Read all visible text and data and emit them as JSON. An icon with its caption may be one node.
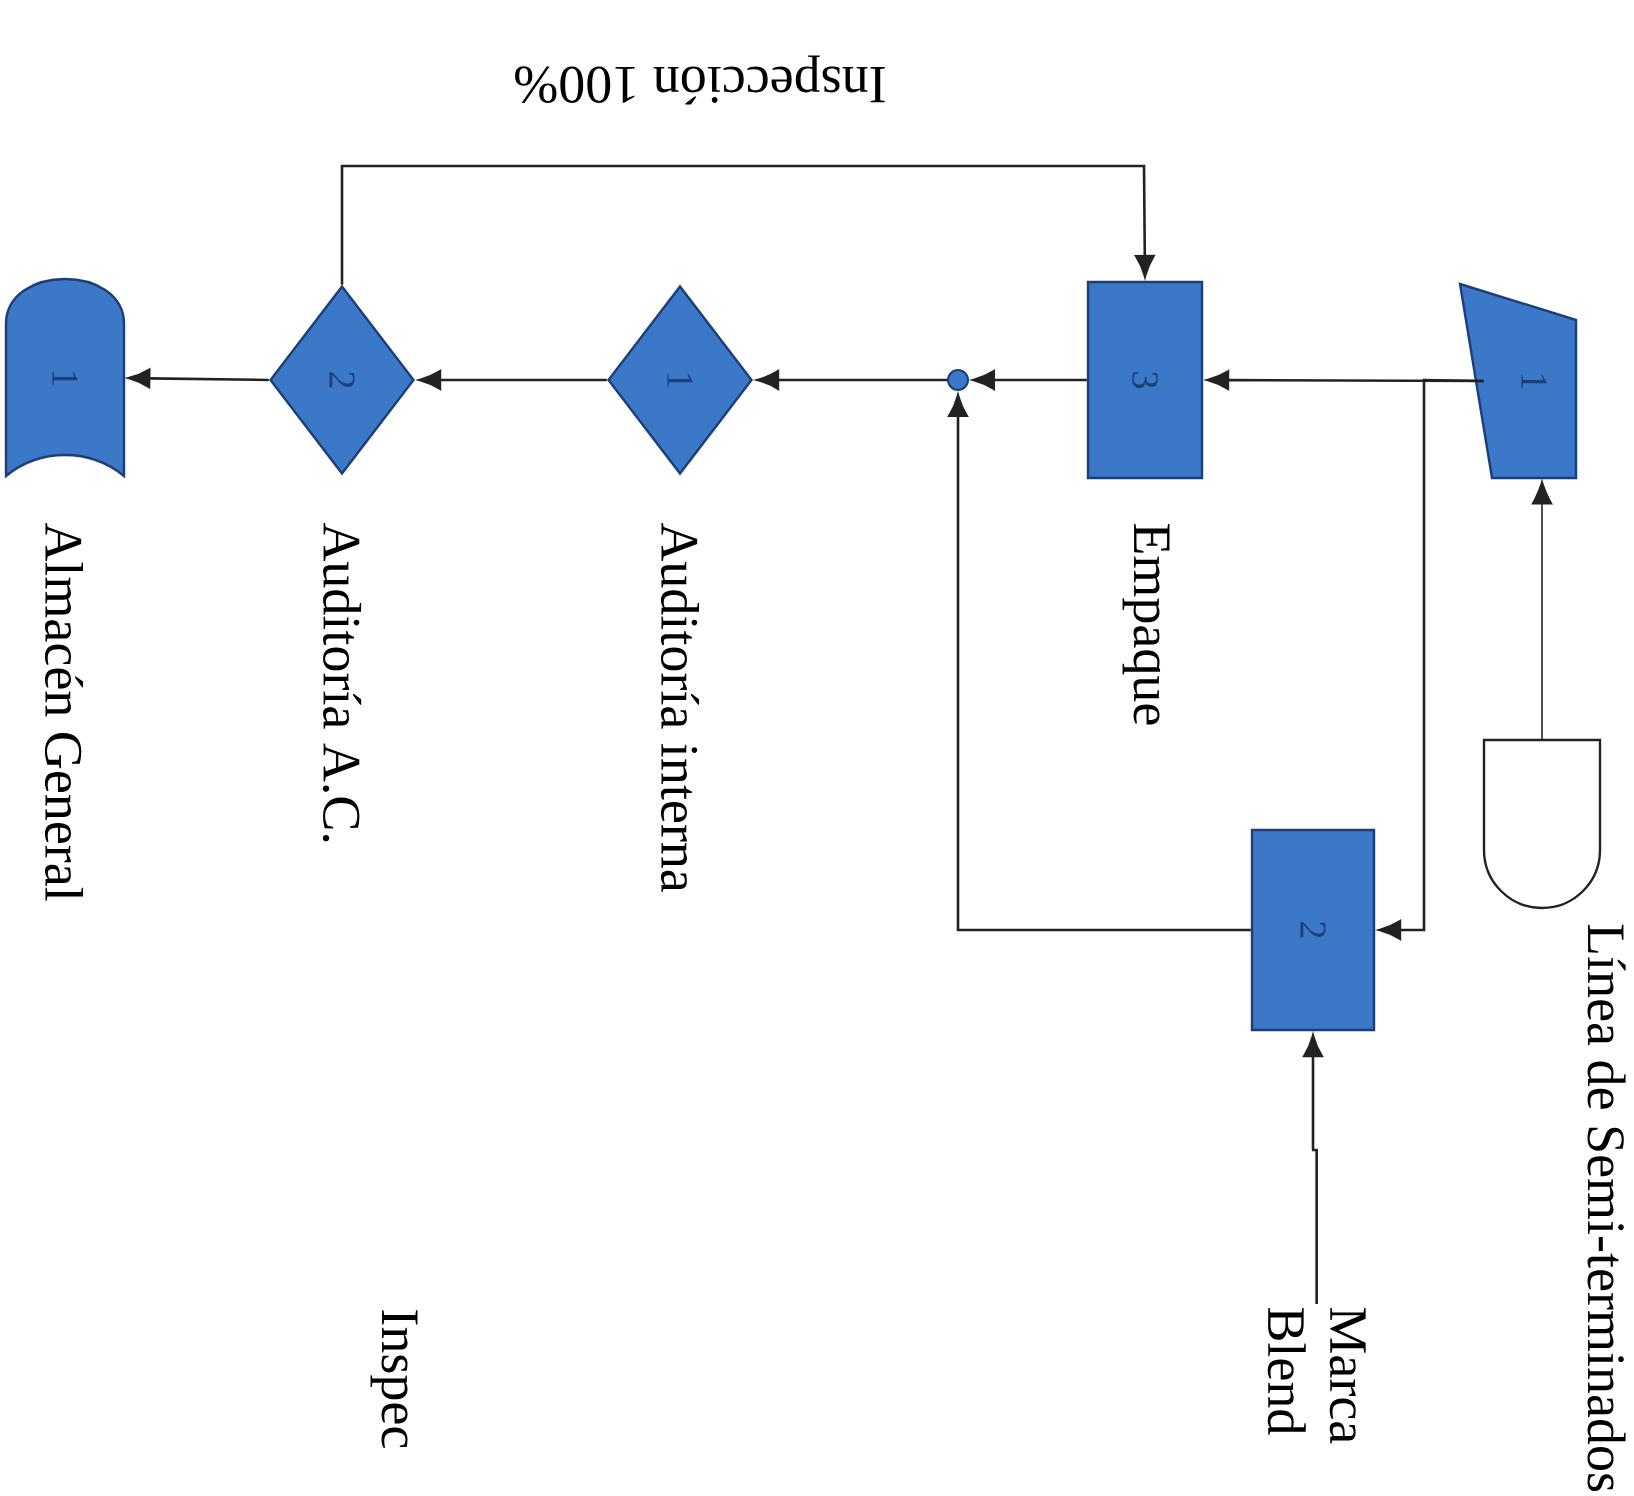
{
  "diagram": {
    "nodes": [
      {
        "text": [
          "1"
        ]
      },
      {
        "text": [
          "Línea de Semi-terminados"
        ]
      },
      {
        "text": [
          "3"
        ],
        "beside": [
          "Empaque"
        ]
      },
      {
        "text": [
          "2"
        ]
      },
      {
        "text": [],
        "shape": "circle"
      },
      {
        "text": [
          "1"
        ],
        "beside": [
          "Auditoría interna"
        ]
      },
      {
        "text": [
          "2"
        ],
        "beside": [
          "Auditoría A.C."
        ]
      },
      {
        "text": [
          "1"
        ],
        "beside": [
          "Almacén General"
        ]
      },
      {
        "text": [
          "Marca Blend"
        ]
      }
    ],
    "edges": [
      {
        "from": 1,
        "to": 0,
        "arrow": "to"
      },
      {
        "from": 0,
        "to": 2,
        "arrow": "to"
      },
      {
        "from": 0,
        "to": 3,
        "arrow": "to"
      },
      {
        "from": 8,
        "to": 3,
        "arrow": "to"
      },
      {
        "from": 2,
        "to": 4,
        "arrow": "to"
      },
      {
        "from": 3,
        "to": 4,
        "arrow": "to"
      },
      {
        "from": 4,
        "to": 5,
        "arrow": "to"
      },
      {
        "from": 5,
        "to": 6,
        "arrow": "to"
      },
      {
        "from": 6,
        "to": 7,
        "arrow": "to"
      },
      {
        "from": 6,
        "to": 2,
        "arrow": "to",
        "label": "Inspección 100%"
      }
    ],
    "labels": [
      "Inspec"
    ]
  }
}
